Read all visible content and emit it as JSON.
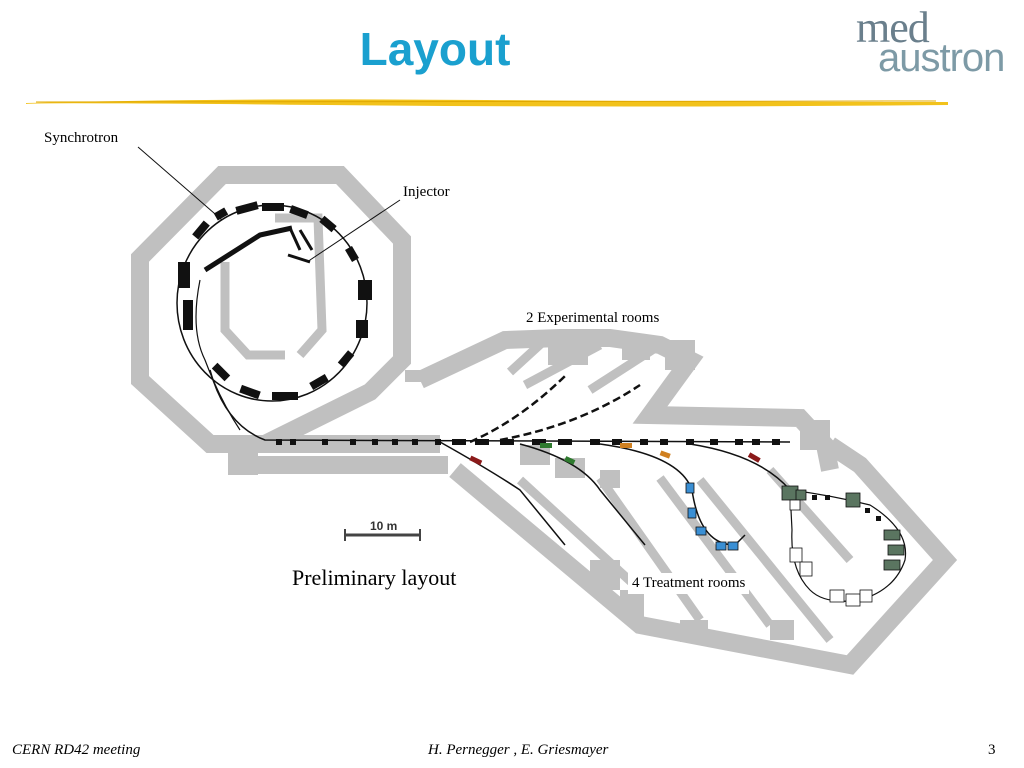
{
  "slide": {
    "title": "Layout",
    "logo_line1": "med",
    "logo_line2": "austron"
  },
  "diagram": {
    "labels": {
      "synchrotron": "Synchrotron",
      "injector": "Injector",
      "experimental": "2 Experimental rooms",
      "treatment": "4 Treatment rooms",
      "scale": "10 m",
      "preliminary": "Preliminary layout"
    },
    "colors": {
      "walls": "#c0c0c0",
      "beamline": "#111111",
      "treatment_magnets": "#5a7560",
      "blue_magnets": "#3a8fd4",
      "title": "#1aa0cf"
    }
  },
  "footer": {
    "left": "CERN RD42 meeting",
    "center": "H. Pernegger , E. Griesmayer",
    "page": "3"
  }
}
